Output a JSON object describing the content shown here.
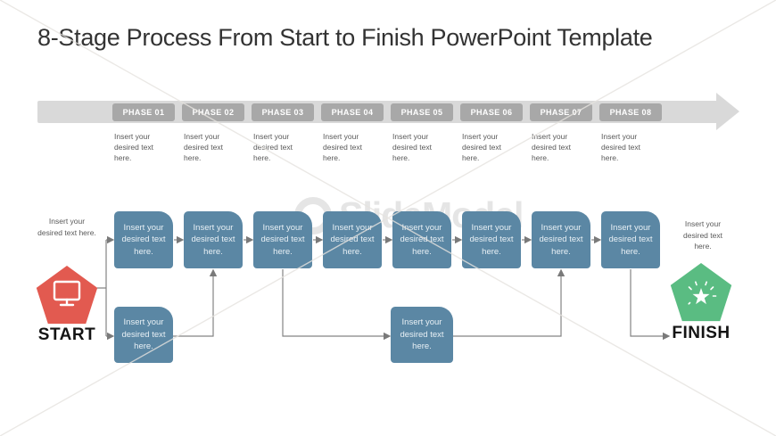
{
  "slide": {
    "title": "8-Stage Process From Start to Finish PowerPoint Template"
  },
  "timeline": {
    "phases": [
      {
        "label": "PHASE 01",
        "description": "Insert your desired text here."
      },
      {
        "label": "PHASE 02",
        "description": "Insert your desired text here."
      },
      {
        "label": "PHASE 03",
        "description": "Insert your desired text here."
      },
      {
        "label": "PHASE 04",
        "description": "Insert your desired text here."
      },
      {
        "label": "PHASE 05",
        "description": "Insert your desired text here."
      },
      {
        "label": "PHASE 06",
        "description": "Insert your desired text here."
      },
      {
        "label": "PHASE 07",
        "description": "Insert your desired text here."
      },
      {
        "label": "PHASE 08",
        "description": "Insert your desired text here."
      }
    ]
  },
  "flowchart": {
    "top_row": [
      "Insert your desired text here.",
      "Insert your desired text here.",
      "Insert your desired text here.",
      "Insert your desired text here.",
      "Insert your desired text here.",
      "Insert your desired text here.",
      "Insert your desired text here.",
      "Insert your desired text here."
    ],
    "bottom_row": [
      "Insert your desired text here.",
      "Insert your desired text here."
    ],
    "start": {
      "label": "START",
      "caption": "Insert your desired text here.",
      "icon": "monitor-icon",
      "color": "#e25a50"
    },
    "finish": {
      "label": "FINISH",
      "caption": "Insert your desired text here.",
      "icon": "spark-icon",
      "color": "#5abc82"
    }
  },
  "watermark": {
    "brand": "SlideModel"
  },
  "colors": {
    "box_blue": "#5b87a4",
    "band_gray": "#d9d9d9",
    "phase_label_gray": "#a8a8a8",
    "text_gray": "#595959",
    "connector_gray": "#848484"
  }
}
